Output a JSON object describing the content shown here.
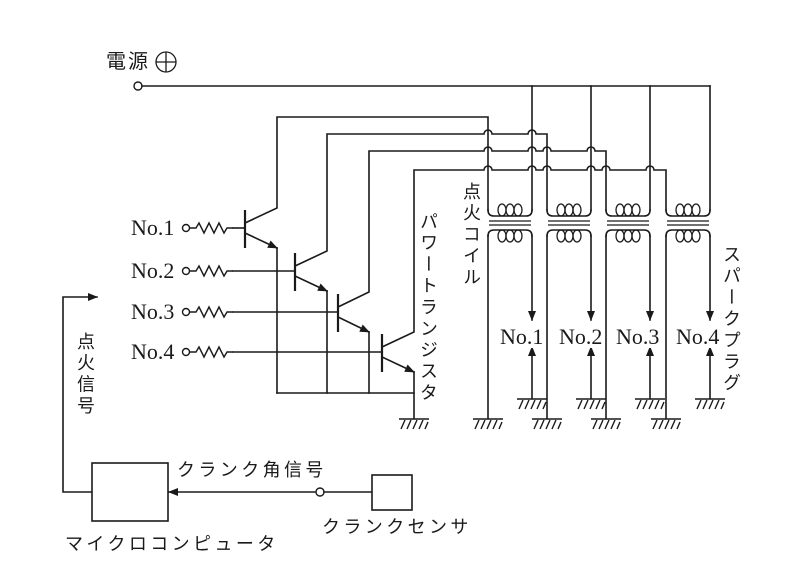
{
  "power": {
    "label": "電源"
  },
  "power_transistors": {
    "label": "パワートランジスタ",
    "inputs": [
      "No.1",
      "No.2",
      "No.3",
      "No.4"
    ]
  },
  "ignition_coils": {
    "label": "点火コイル"
  },
  "spark_plugs": {
    "label": "スパークプラグ",
    "items": [
      "No.1",
      "No.2",
      "No.3",
      "No.4"
    ]
  },
  "ignition_signal": {
    "label": "点火信号"
  },
  "crank_angle_signal": {
    "label": "クランク角信号"
  },
  "microcomputer": {
    "label": "マイクロコンピュータ"
  },
  "crank_sensor": {
    "label": "クランクセンサ"
  }
}
